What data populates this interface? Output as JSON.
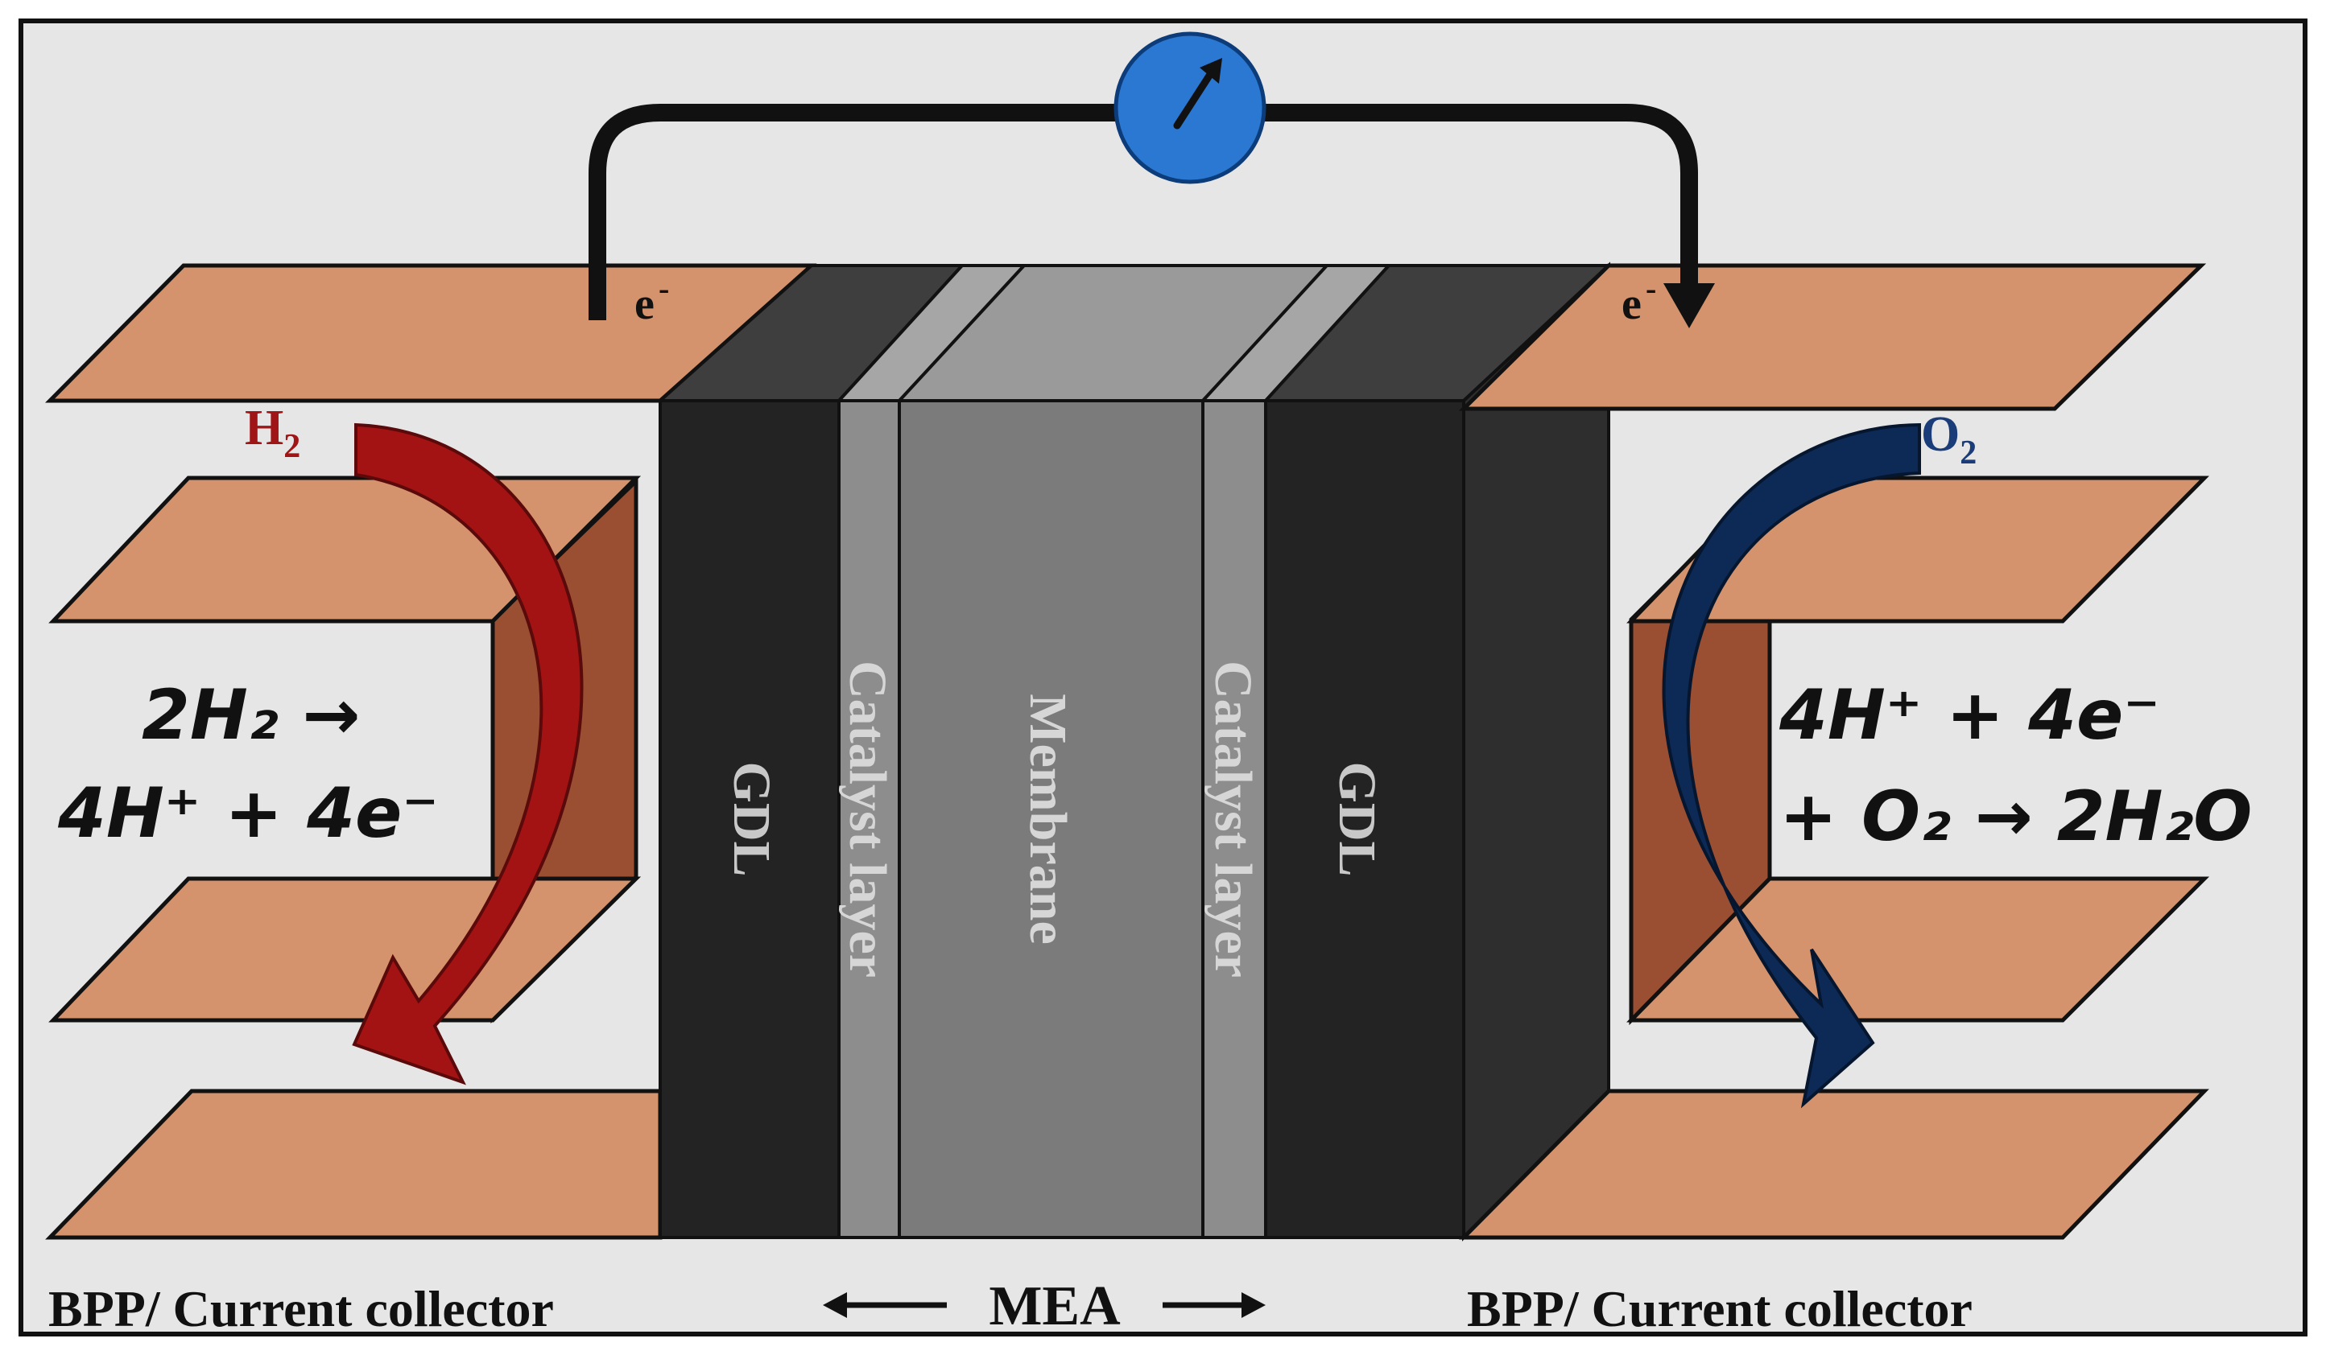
{
  "labels": {
    "electron_left": "e",
    "electron_right": "e",
    "electron_superscript": "-",
    "h2_base": "H",
    "h2_sub": "2",
    "o2_base": "O",
    "o2_sub": "2",
    "gdl_left": "GDL",
    "catalyst_left": "Catalyst layer",
    "membrane": "Membrane",
    "catalyst_right": "Catalyst layer",
    "gdl_right": "GDL",
    "bpp_left": "BPP/ Current collector",
    "mea": "MEA",
    "bpp_right": "BPP/ Current collector"
  },
  "equations": {
    "anode_line1": "2H₂ →",
    "anode_line2": "4H⁺ + 4e⁻",
    "cathode_line1": "4H⁺ + 4e⁻",
    "cathode_line2": "+ O₂ → 2H₂O"
  },
  "colors": {
    "background": "#e6e6e6",
    "plate": "#d4936c",
    "plate_side": "#9a4f33",
    "gdl": "#232323",
    "gdl_top": "#3e3e3e",
    "catalyst": "#8d8d8d",
    "membrane": "#7b7b7b",
    "hydrogen_arrow": "#a41313",
    "oxygen_arrow": "#0c2a55",
    "meter": "#2a78d1",
    "circuit": "#111111",
    "h2_label": "#a01515",
    "o2_label": "#1a3c78"
  },
  "icons": {
    "meter": "ammeter-gauge-icon"
  }
}
